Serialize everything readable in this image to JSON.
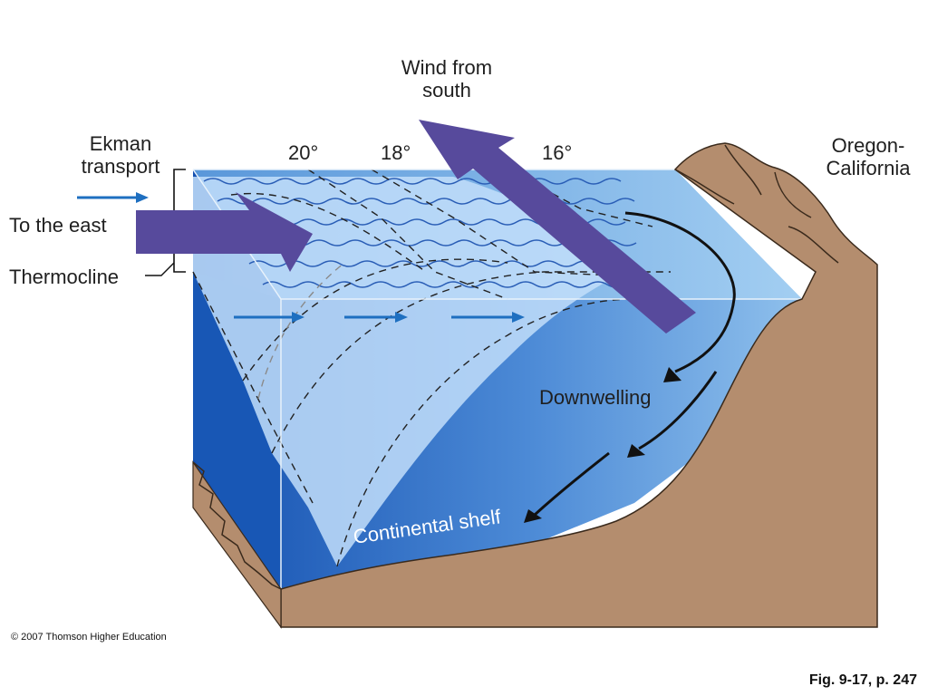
{
  "labels": {
    "wind": "Wind from south",
    "ekman_line1": "Ekman",
    "ekman_line2": "transport",
    "to_the_east": "To the east",
    "thermocline": "Thermocline",
    "temp_20": "20°",
    "temp_18": "18°",
    "temp_16": "16°",
    "coast_line1": "Oregon-",
    "coast_line2": "California",
    "downwelling": "Downwelling",
    "continental_shelf": "Continental shelf"
  },
  "footer": {
    "copyright": "© 2007 Thomson Higher Education",
    "figure_ref": "Fig. 9-17, p. 247"
  },
  "colors": {
    "surface_water": "#6fa6dd",
    "deep_water": "#1d62bd",
    "land": "#b48d6e",
    "arrow_purple": "#574a9c",
    "small_arrow": "#1e6fc0"
  }
}
